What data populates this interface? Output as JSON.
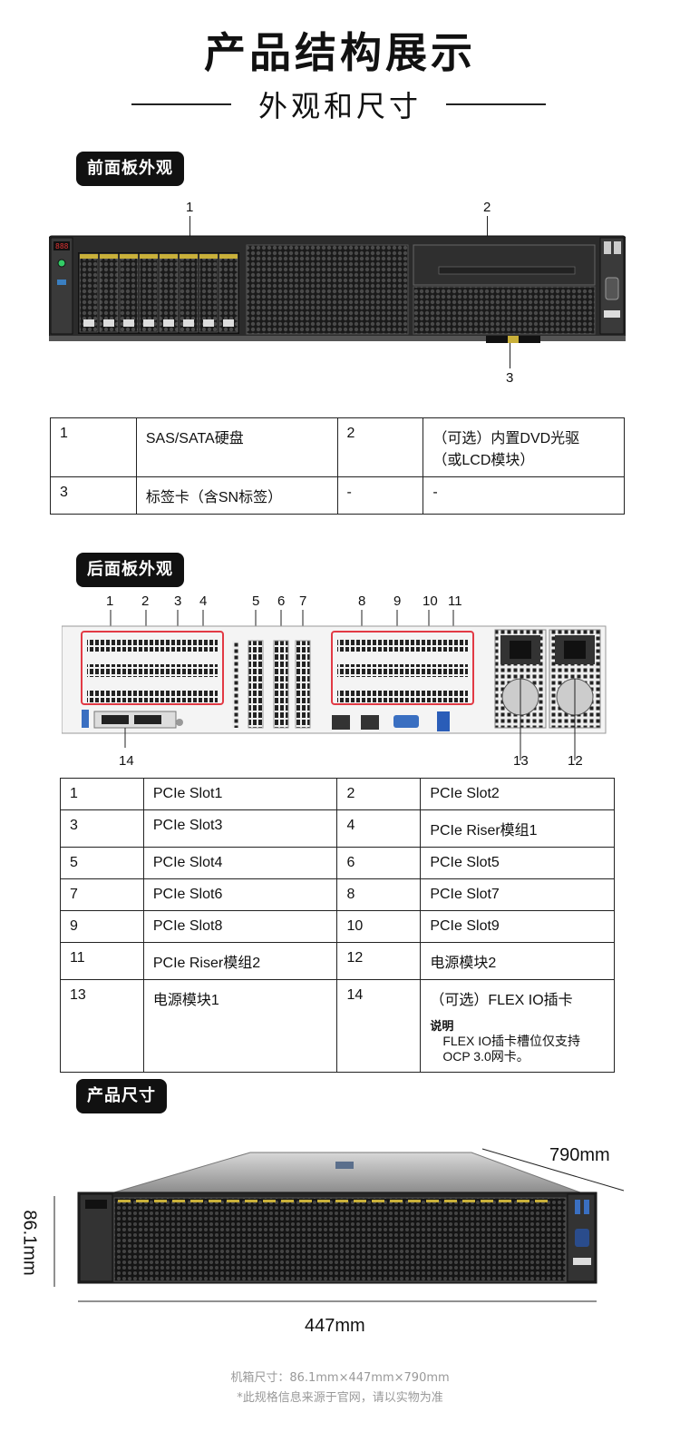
{
  "title": "产品结构展示",
  "subtitle": "外观和尺寸",
  "front": {
    "label": "前面板外观",
    "callouts": [
      "1",
      "2",
      "3"
    ],
    "rows": [
      [
        "1",
        "SAS/SATA硬盘",
        "2",
        "（可选）内置DVD光驱\n（或LCD模块）"
      ],
      [
        "3",
        "标签卡（含SN标签）",
        "-",
        "-"
      ]
    ]
  },
  "rear": {
    "label": "后面板外观",
    "callouts_top": [
      "1",
      "2",
      "3",
      "4",
      "5",
      "6",
      "7",
      "8",
      "9",
      "10",
      "11"
    ],
    "callouts_bottom": [
      "14",
      "13",
      "12"
    ],
    "rows": [
      [
        "1",
        "PCIe Slot1",
        "2",
        "PCIe Slot2"
      ],
      [
        "3",
        "PCIe Slot3",
        "4",
        "PCIe Riser模组1"
      ],
      [
        "5",
        "PCIe Slot4",
        "6",
        "PCIe Slot5"
      ],
      [
        "7",
        "PCIe Slot6",
        "8",
        "PCIe Slot7"
      ],
      [
        "9",
        "PCIe Slot8",
        "10",
        "PCIe Slot9"
      ],
      [
        "11",
        "PCIe Riser模组2",
        "12",
        "电源模块2"
      ]
    ],
    "last_row": {
      "c1": "13",
      "c2": "电源模块1",
      "c3": "14",
      "c4": "（可选）FLEX IO插卡",
      "note_title": "说明",
      "note_body": "FLEX IO插卡槽位仅支持OCP 3.0网卡。"
    }
  },
  "size": {
    "label": "产品尺寸",
    "depth": "790mm",
    "height": "86.1mm",
    "width": "447mm"
  },
  "footer": {
    "line1": "机箱尺寸：86.1mm×447mm×790mm",
    "line2": "*此规格信息来源于官网，请以实物为准"
  }
}
